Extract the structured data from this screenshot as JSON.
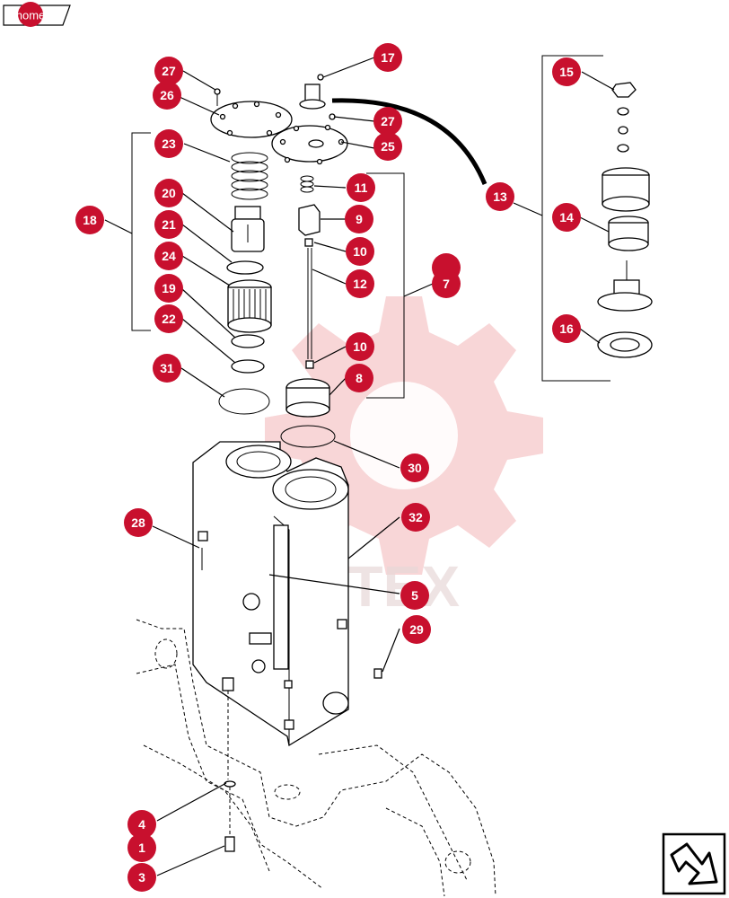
{
  "header": {
    "home_label": "home"
  },
  "colors": {
    "callout": "#c8102e",
    "watermark": "#f2b5b7",
    "line": "#000000"
  },
  "watermark_text": "MHTEX",
  "callouts": {
    "c1": "1",
    "c3": "3",
    "c4": "4",
    "c5": "5",
    "c7": "7",
    "c8": "8",
    "c9": "9",
    "c10a": "10",
    "c10b": "10",
    "c11": "11",
    "c12": "12",
    "c13": "13",
    "c14": "14",
    "c15": "15",
    "c16": "16",
    "c17": "17",
    "c18": "18",
    "c19": "19",
    "c20": "20",
    "c21": "21",
    "c22": "22",
    "c23": "23",
    "c24": "24",
    "c25": "25",
    "c26": "26",
    "c27a": "27",
    "c27b": "27",
    "c28": "28",
    "c29": "29",
    "c30": "30",
    "c31": "31",
    "c32": "32"
  },
  "nav": {
    "icon": "next-page-arrow-icon"
  }
}
